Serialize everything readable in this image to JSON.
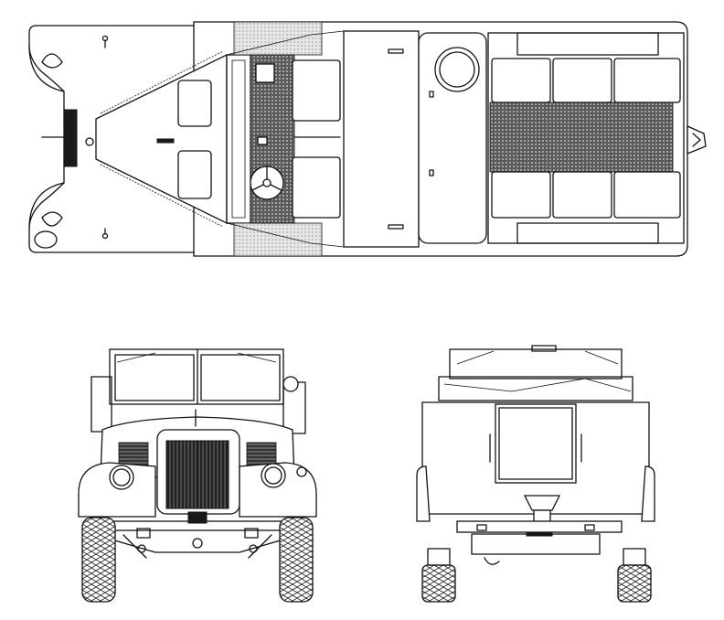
{
  "drawing": {
    "views": [
      {
        "id": "top",
        "label": ""
      },
      {
        "id": "front",
        "label": ""
      },
      {
        "id": "rear",
        "label": ""
      }
    ],
    "scale_note": ""
  },
  "colors": {
    "line": "#111111",
    "background": "#ffffff",
    "mesh": "#2a2a2a",
    "tread": "#cfcfcf"
  }
}
